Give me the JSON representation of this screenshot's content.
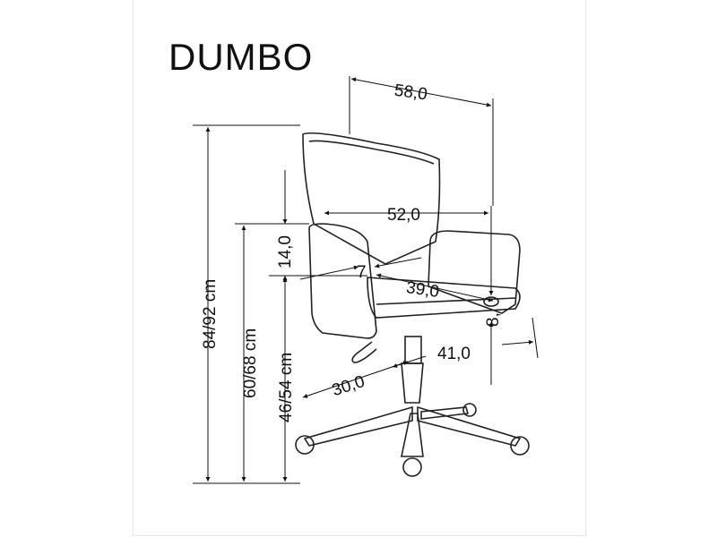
{
  "title": "DUMBO",
  "dimensions": {
    "depth_total": "58,0",
    "width_seat": "52,0",
    "backrest_height": "14,0",
    "total_height": "84/92 cm",
    "armrest_height": "60/68 cm",
    "seat_height": "46/54 cm",
    "back_angle": "7",
    "seat_depth": "39,0",
    "seat_thickness": "8,",
    "base_front": "41,0",
    "base_side": "30,0"
  }
}
